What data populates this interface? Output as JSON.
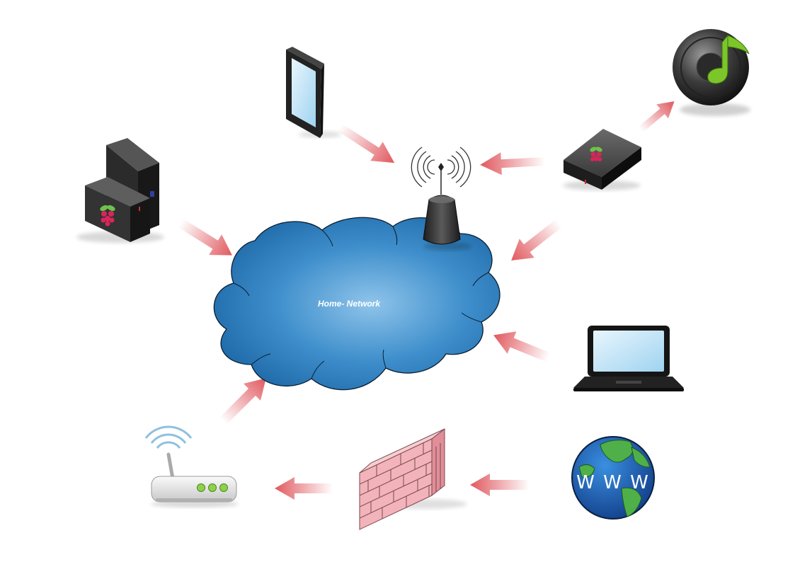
{
  "diagram": {
    "cloud": {
      "label": "Home- Network",
      "fill": "#2f7fbf",
      "highlight": "#8fc4ea"
    },
    "globe": {
      "text": "W W W"
    },
    "colors": {
      "arrow": "#e0585e",
      "brick": "#f0a8b0",
      "screen": "#bfe3f7",
      "music_note": "#7cc62a",
      "led": "#8ed04a",
      "wifi": "#8ec0e0"
    },
    "devices": [
      {
        "id": "tablet",
        "icon": "tablet-icon"
      },
      {
        "id": "antenna",
        "icon": "wireless-antenna-icon"
      },
      {
        "id": "media-box",
        "icon": "raspberry-pi-box-icon"
      },
      {
        "id": "music",
        "icon": "music-speaker-icon"
      },
      {
        "id": "servers",
        "icon": "raspberry-pi-server-icon"
      },
      {
        "id": "laptop",
        "icon": "laptop-icon"
      },
      {
        "id": "router",
        "icon": "wifi-router-icon"
      },
      {
        "id": "firewall",
        "icon": "firewall-icon"
      },
      {
        "id": "globe",
        "icon": "globe-www-icon"
      }
    ]
  }
}
